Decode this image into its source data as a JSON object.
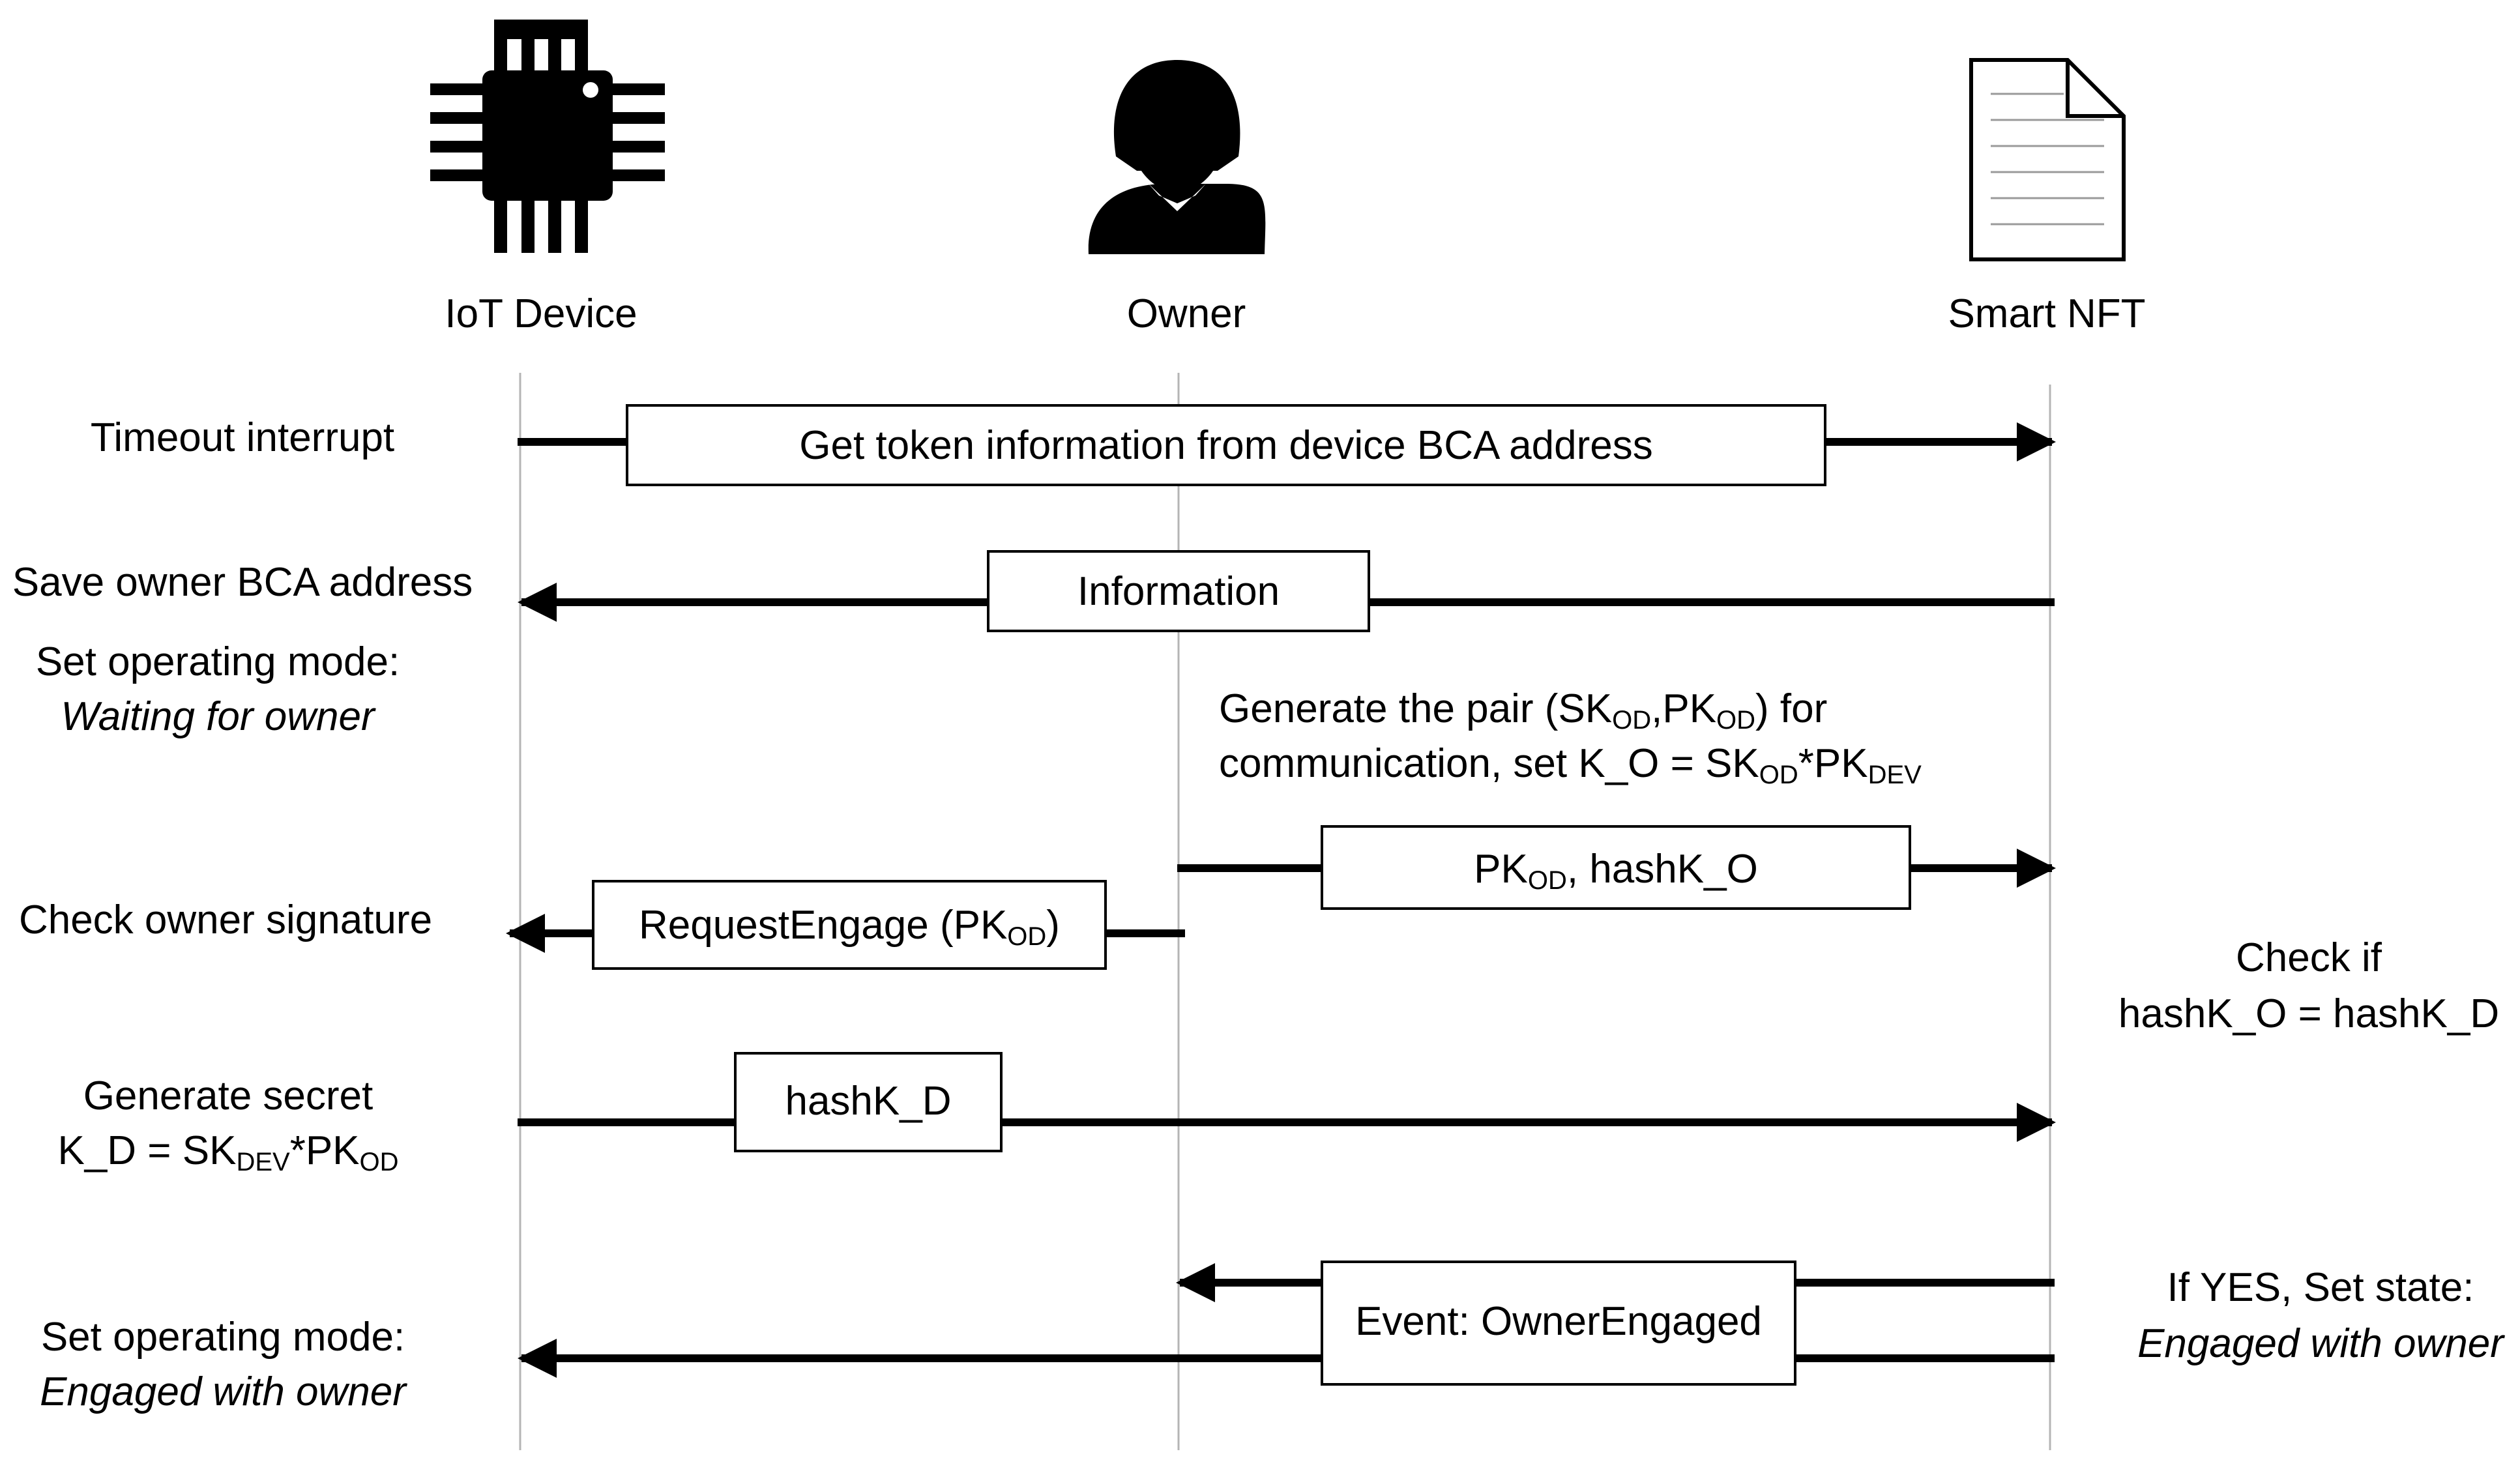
{
  "actors": {
    "iot": {
      "label": "IoT Device",
      "icon": "microchip-icon"
    },
    "owner": {
      "label": "Owner",
      "icon": "person-icon"
    },
    "nft": {
      "label": "Smart NFT",
      "icon": "document-icon"
    }
  },
  "messages": {
    "m1": {
      "label": "Get token information from device BCA address"
    },
    "m2": {
      "label": "Information"
    },
    "m3": {
      "label_pk": "PK",
      "label_sub": "OD",
      "label_rest": ", hashK_O"
    },
    "m4": {
      "label_pre": "RequestEngage (PK",
      "label_sub": "OD",
      "label_post": ")"
    },
    "m5": {
      "label": "hashK_D"
    },
    "m6": {
      "label": "Event: OwnerEngaged"
    }
  },
  "notes": {
    "timeout": "Timeout interrupt",
    "save_owner": "Save owner BCA address",
    "set_mode_1": "Set operating mode:",
    "waiting": "Waiting for owner",
    "gen_pair": {
      "t1": "Generate the pair (SK",
      "s1": "OD",
      "t2": ",PK",
      "s2": "OD",
      "t3": ") for",
      "l2a": "communication, set K_O = SK",
      "s3": "OD",
      "l2b": "*PK",
      "s4": "DEV"
    },
    "check_sig": "Check owner signature",
    "check_if_1": "Check if",
    "check_if_2": "hashK_O = hashK_D",
    "gen_secret_1": "Generate secret",
    "gen_secret_2": {
      "t1": "K_D = SK",
      "s1": "DEV",
      "t2": "*PK",
      "s2": "OD"
    },
    "set_mode_2": "Set operating mode:",
    "engaged_left": "Engaged with owner",
    "if_yes": "If YES, Set state:",
    "engaged_right": "Engaged with owner"
  }
}
